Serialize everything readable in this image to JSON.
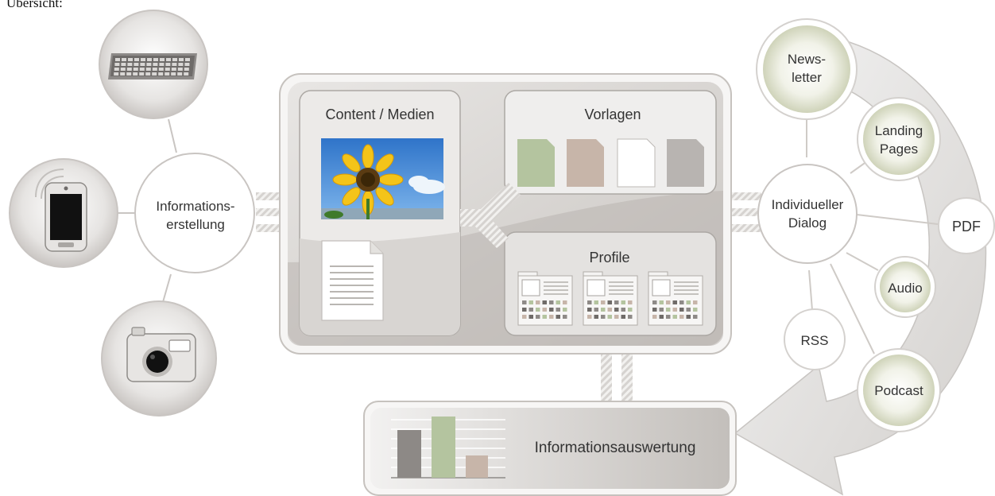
{
  "caption": "Übersicht:",
  "central": {
    "content_title": "Content / Medien",
    "vorlagen_title": "Vorlagen",
    "profile_title": "Profile"
  },
  "informationserstellung": {
    "line1": "Informations-",
    "line2": "erstellung"
  },
  "dialog": {
    "line1": "Individueller",
    "line2": "Dialog"
  },
  "auswertung": {
    "label": "Informationsauswertung"
  },
  "channels": {
    "newsletter": {
      "line1": "News-",
      "line2": "letter"
    },
    "landing": {
      "line1": "Landing",
      "line2": "Pages"
    },
    "pdf": "PDF",
    "audio": "Audio",
    "rss": "RSS",
    "podcast": "Podcast"
  },
  "input_devices": {
    "keyboard": "keyboard-icon",
    "phone": "smartphone-icon",
    "camera": "camera-icon"
  },
  "colors": {
    "panel": "#dcdad8",
    "panel_dark": "#b3afab",
    "highlight_green": "#d9dcc5",
    "doc_green": "#b4c49f",
    "doc_brown": "#c7b5a9",
    "doc_grey": "#b8b4b1"
  }
}
